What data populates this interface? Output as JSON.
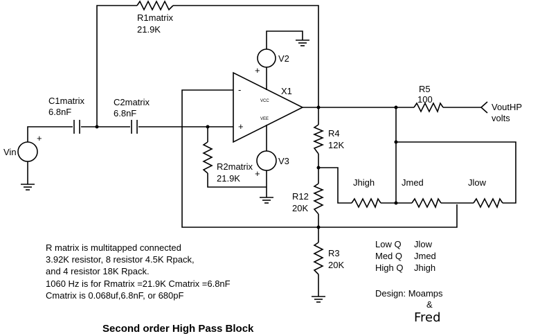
{
  "title": "Second order High Pass Block",
  "components": {
    "r1": {
      "name": "R1matrix",
      "value": "21.9K"
    },
    "c1": {
      "name": "C1matrix",
      "value": "6.8nF"
    },
    "c2": {
      "name": "C2matrix",
      "value": "6.8nF"
    },
    "r2": {
      "name": "R2matrix",
      "value": "21.9K"
    },
    "v2": {
      "name": "V2"
    },
    "v3": {
      "name": "V3"
    },
    "x1": {
      "name": "X1",
      "vcc": "VCC",
      "vee": "VEE"
    },
    "r5": {
      "name": "R5",
      "value": "100"
    },
    "r4": {
      "name": "R4",
      "value": "12K"
    },
    "r12": {
      "name": "R12",
      "value": "20K"
    },
    "r3": {
      "name": "R3",
      "value": "20K"
    },
    "vin": {
      "name": "Vin"
    },
    "output": {
      "name": "VoutHP",
      "unit": "volts"
    },
    "jhigh": {
      "name": "Jhigh"
    },
    "jmed": {
      "name": "Jmed"
    },
    "jlow": {
      "name": "Jlow"
    }
  },
  "signs": {
    "plus": "+",
    "minus": "-"
  },
  "notes": [
    "R matrix is multitapped connected",
    "3.92K resistor, 8 resistor 4.5K Rpack,",
    "and 4 resistor 18K Rpack.",
    "1060 Hz is for Rmatrix =21.9K Cmatrix =6.8nF",
    "Cmatrix is 0.068uf,6.8nF, or 680pF"
  ],
  "q_table": [
    {
      "q": "Low Q",
      "jumper": "Jlow"
    },
    {
      "q": "Med Q",
      "jumper": "Jmed"
    },
    {
      "q": "High Q",
      "jumper": "Jhigh"
    }
  ],
  "design": {
    "label": "Design: Moamps",
    "amp": "&",
    "name2": "Fred"
  }
}
